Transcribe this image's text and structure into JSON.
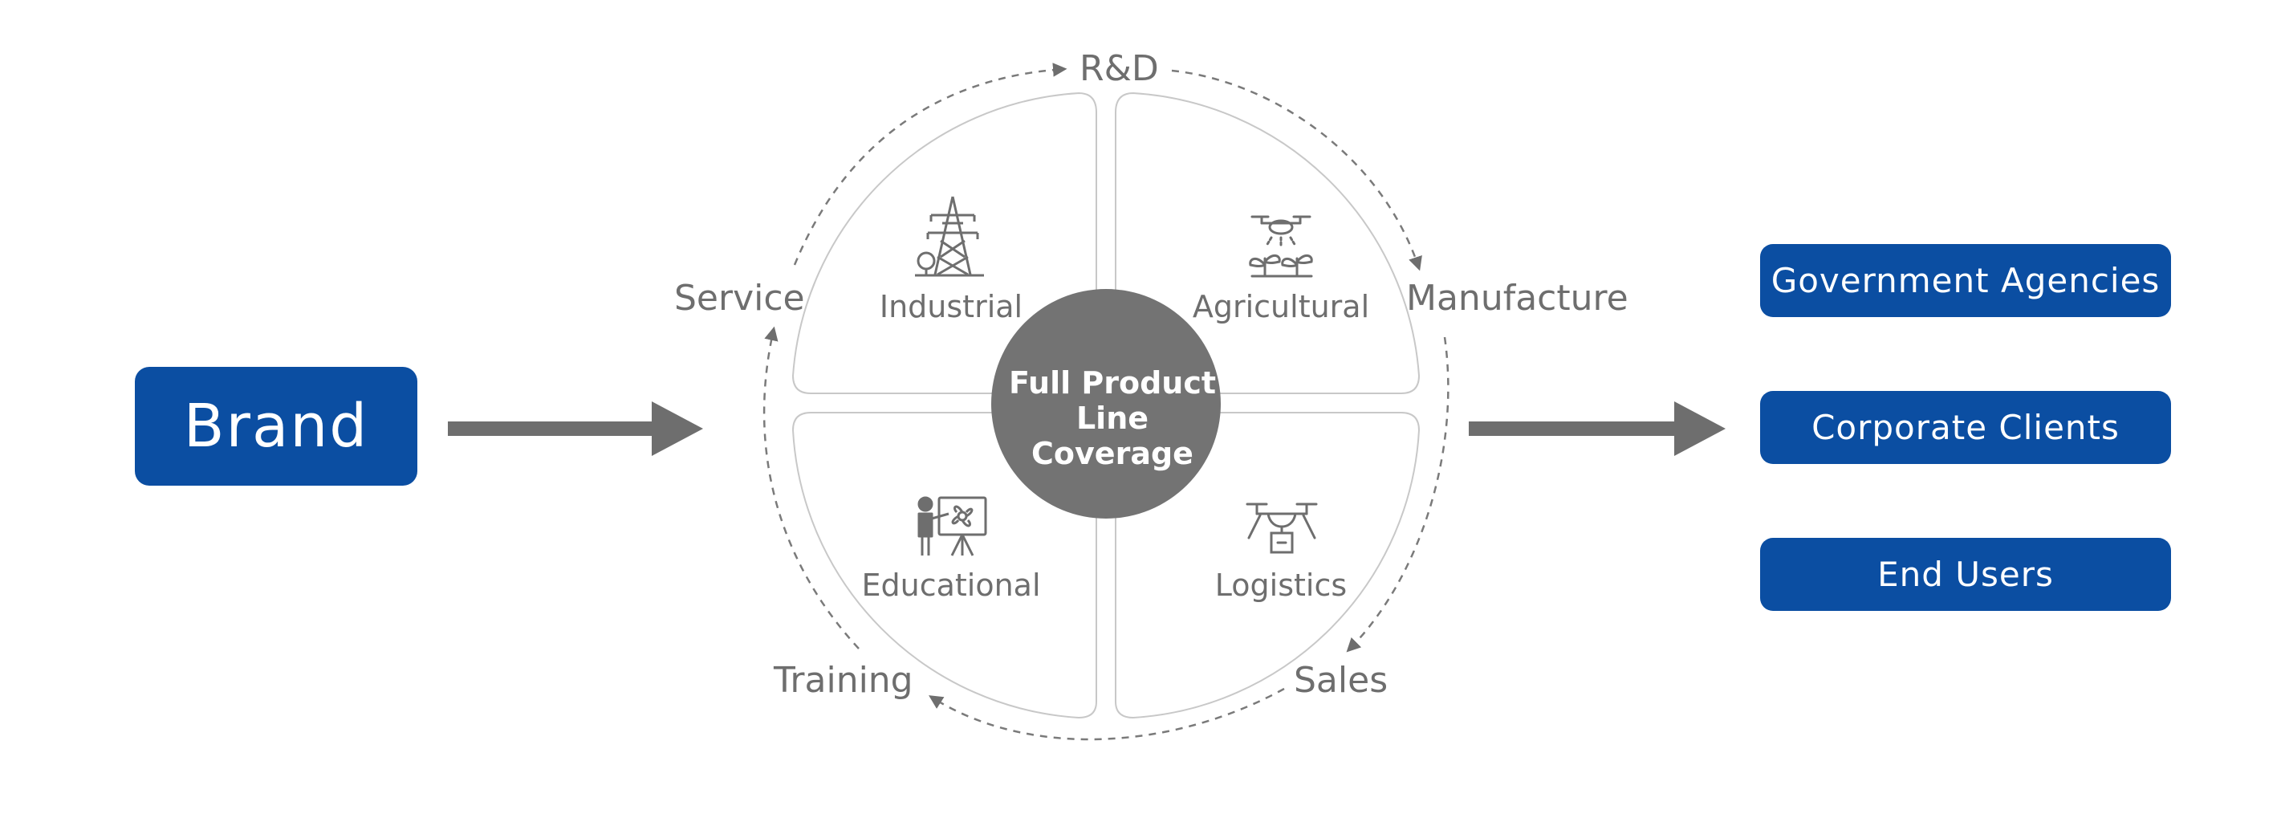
{
  "brand": {
    "label": "Brand"
  },
  "center": {
    "line1": "Full Product",
    "line2": "Line Coverage"
  },
  "cycle": [
    {
      "id": "rd",
      "label": "R&D"
    },
    {
      "id": "manufacture",
      "label": "Manufacture"
    },
    {
      "id": "sales",
      "label": "Sales"
    },
    {
      "id": "training",
      "label": "Training"
    },
    {
      "id": "service",
      "label": "Service"
    }
  ],
  "segments": [
    {
      "label": "Industrial",
      "icon": "power-tower-icon"
    },
    {
      "label": "Agricultural",
      "icon": "spray-drone-icon"
    },
    {
      "label": "Educational",
      "icon": "instructor-board-icon"
    },
    {
      "label": "Logistics",
      "icon": "delivery-drone-icon"
    }
  ],
  "clients": [
    {
      "label": "Government Agencies"
    },
    {
      "label": "Corporate Clients"
    },
    {
      "label": "End Users"
    }
  ],
  "colors": {
    "accent": "#0b4ea2",
    "gray": "#6e6e6e",
    "outline": "#c8c8c8",
    "center": "#737373"
  }
}
